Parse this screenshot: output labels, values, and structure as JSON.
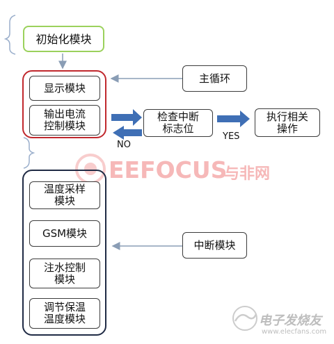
{
  "nodes": {
    "init_module": "初始化模块",
    "display_module": "显示模块",
    "current_ctrl": "输出电流\n控制模块",
    "check_interrupt": "检查中断\n标志位",
    "execute_action": "执行相关\n操作",
    "main_loop": "主循环",
    "temp_sampling": "温度采样\n模块",
    "gsm_module": "GSM模块",
    "water_ctrl": "注水控制\n模块",
    "temp_keep": "调节保温\n温度模块",
    "interrupt_module": "中断模块"
  },
  "edge_labels": {
    "no": "NO",
    "yes": "YES"
  },
  "watermark": {
    "brand": "EEFOCUS",
    "brand_cn": "与非网",
    "corner": "电子发烧友",
    "url": "www.elecfans.com"
  },
  "colors": {
    "green_border": "#9bd15c",
    "red_border": "#c0282d",
    "navy_border": "#1f2a44",
    "blue_arrow": "#3f6fb5",
    "gray_arrow": "#8a9db5",
    "bracket": "#9aaecb"
  }
}
